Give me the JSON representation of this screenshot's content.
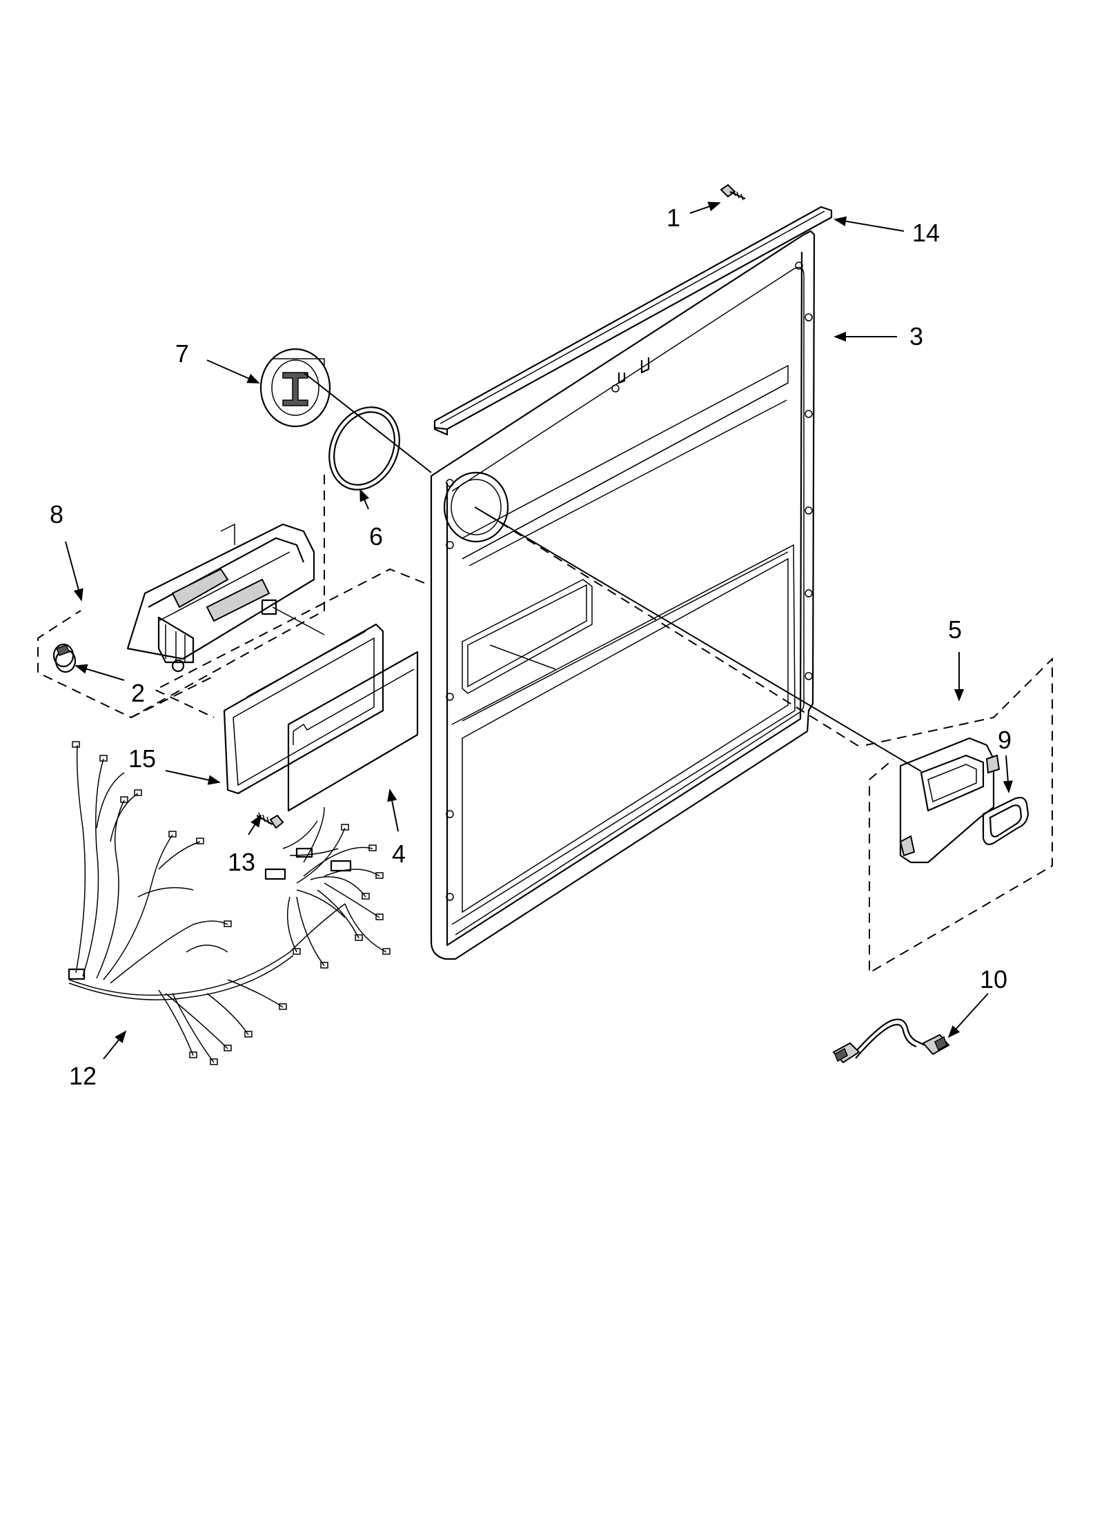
{
  "diagram": {
    "callouts": [
      {
        "id": "1",
        "text": "1"
      },
      {
        "id": "2",
        "text": "2"
      },
      {
        "id": "3",
        "text": "3"
      },
      {
        "id": "4",
        "text": "4"
      },
      {
        "id": "5",
        "text": "5"
      },
      {
        "id": "6",
        "text": "6"
      },
      {
        "id": "7",
        "text": "7"
      },
      {
        "id": "8",
        "text": "8"
      },
      {
        "id": "9",
        "text": "9"
      },
      {
        "id": "10",
        "text": "10"
      },
      {
        "id": "12",
        "text": "12"
      },
      {
        "id": "13",
        "text": "13"
      },
      {
        "id": "14",
        "text": "14"
      },
      {
        "id": "15",
        "text": "15"
      }
    ]
  }
}
